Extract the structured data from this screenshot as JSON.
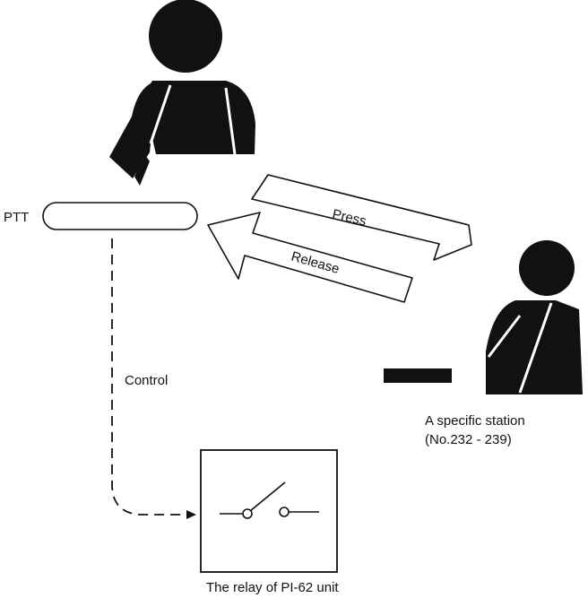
{
  "labels": {
    "ptt": "PTT",
    "press": "Press",
    "release": "Release",
    "control": "Control",
    "station_line1": "A specific station",
    "station_line2": "(No.232  -  239)",
    "relay": "The relay of PI-62 unit"
  },
  "colors": {
    "ink": "#111111",
    "paper": "#ffffff"
  }
}
